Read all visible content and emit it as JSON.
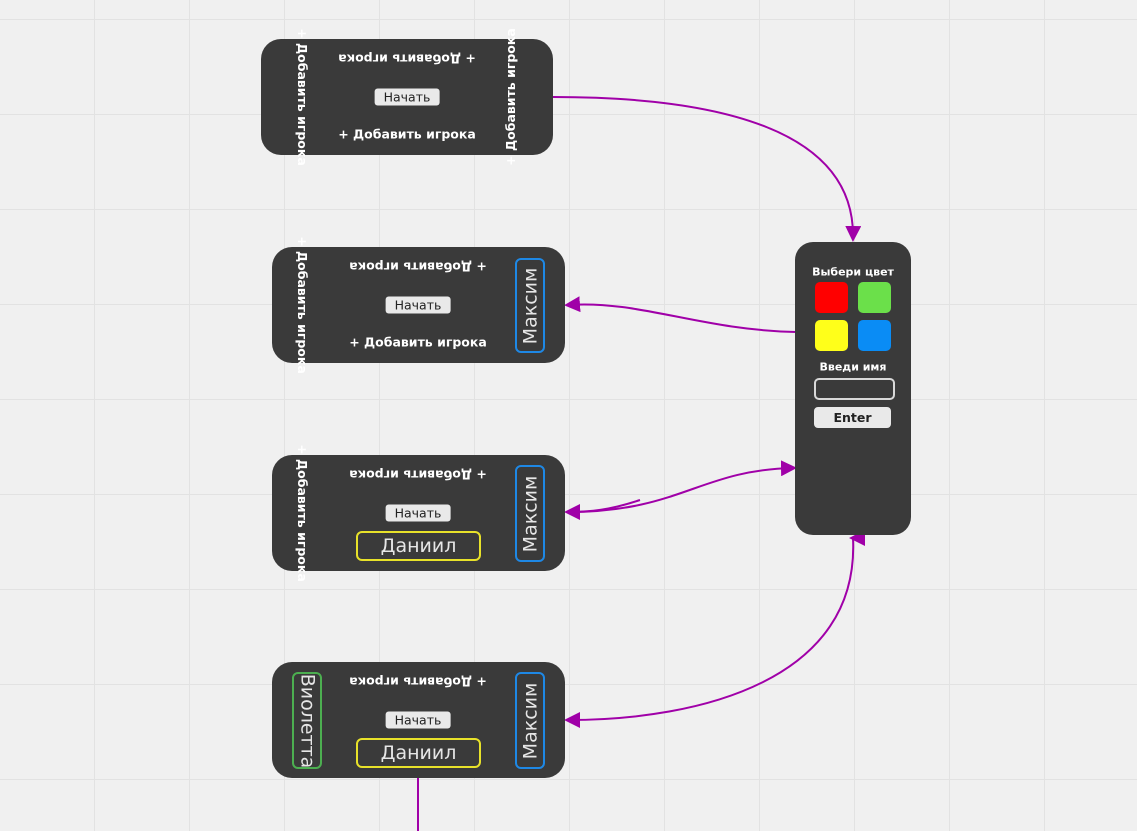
{
  "cards": [
    {
      "top_label": "+ Добавить игрока",
      "left_label": "+ Добавить игрока",
      "right_label": "+ Добавить игрока",
      "bottom_label": "+ Добавить игрока",
      "start_button": "Начать"
    },
    {
      "top_label": "+ Добавить игрока",
      "left_label": "+ Добавить игрока",
      "bottom_label": "+ Добавить игрока",
      "start_button": "Начать",
      "right_player": "Максим"
    },
    {
      "top_label": "+ Добавить игрока",
      "left_label": "+ Добавить игрока",
      "start_button": "Начать",
      "right_player": "Максим",
      "bottom_player": "Даниил"
    },
    {
      "top_label": "+ Добавить игрока",
      "start_button": "Начать",
      "right_player": "Максим",
      "bottom_player": "Даниил",
      "left_player": "Виолетта"
    }
  ],
  "panel": {
    "color_title": "Выбери цвет",
    "colors": {
      "red": "#ff0000",
      "green": "#6be04a",
      "yellow": "#ffff1a",
      "blue": "#0a8cf5"
    },
    "name_title": "Введи имя",
    "name_value": "",
    "enter_button": "Enter"
  },
  "player_colors": {
    "Максим": "#1e88e5",
    "Даниил": "#e8e22a",
    "Виолетта": "#4caf50"
  },
  "connector_color": "#a000a8"
}
